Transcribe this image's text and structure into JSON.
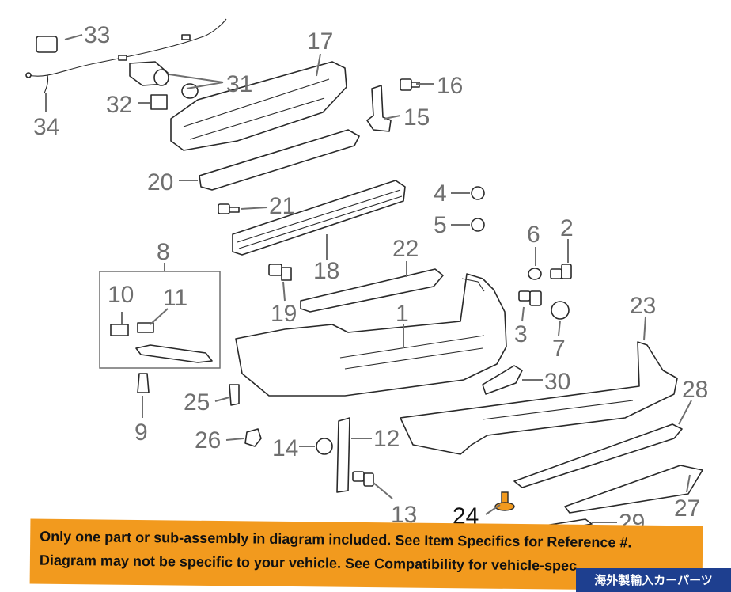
{
  "diagram": {
    "callouts": {
      "c1": "1",
      "c2": "2",
      "c3": "3",
      "c4": "4",
      "c5": "5",
      "c6": "6",
      "c7": "7",
      "c8": "8",
      "c9": "9",
      "c10": "10",
      "c11": "11",
      "c12": "12",
      "c13": "13",
      "c14": "14",
      "c15": "15",
      "c16": "16",
      "c17": "17",
      "c18": "18",
      "c19": "19",
      "c20": "20",
      "c21": "21",
      "c22": "22",
      "c23": "23",
      "c24": "24",
      "c25": "25",
      "c26": "26",
      "c27": "27",
      "c28": "28",
      "c29": "29",
      "c30": "30",
      "c31": "31",
      "c32": "32",
      "c33": "33",
      "c34": "34"
    },
    "highlight_color": "#f29a1e"
  },
  "banner": {
    "line1": "Only one part or sub-assembly in diagram included. See Item Specifics for Reference #.",
    "line2": "Diagram may not be specific to your vehicle. See Compatibility for vehicle-spec",
    "background": "#f29a1e"
  },
  "watermark": {
    "text": "海外製輸入カーパーツ",
    "background": "#1e3f8f"
  }
}
